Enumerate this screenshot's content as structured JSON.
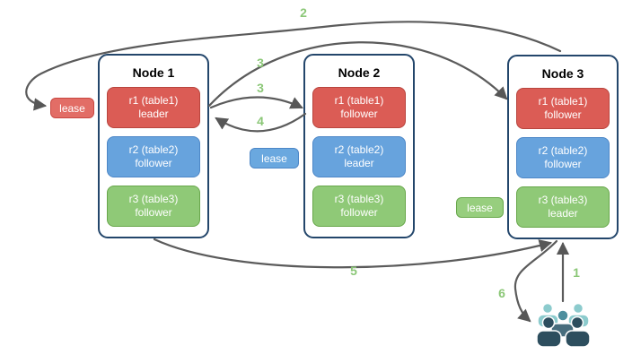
{
  "diagram": {
    "nodes": [
      {
        "title": "Node 1",
        "replicas": [
          {
            "name": "r1 (table1)",
            "role": "leader",
            "color": "#DB5C55"
          },
          {
            "name": "r2 (table2)",
            "role": "follower",
            "color": "#67A3DD"
          },
          {
            "name": "r3 (table3)",
            "role": "follower",
            "color": "#8FC977"
          }
        ]
      },
      {
        "title": "Node 2",
        "replicas": [
          {
            "name": "r1 (table1)",
            "role": "follower",
            "color": "#DB5C55"
          },
          {
            "name": "r2 (table2)",
            "role": "leader",
            "color": "#67A3DD"
          },
          {
            "name": "r3 (table3)",
            "role": "follower",
            "color": "#8FC977"
          }
        ]
      },
      {
        "title": "Node 3",
        "replicas": [
          {
            "name": "r1 (table1)",
            "role": "follower",
            "color": "#DB5C55"
          },
          {
            "name": "r2 (table2)",
            "role": "follower",
            "color": "#67A3DD"
          },
          {
            "name": "r3 (table3)",
            "role": "leader",
            "color": "#8FC977"
          }
        ]
      }
    ],
    "leases": [
      {
        "label": "lease",
        "color": "#E26D66"
      },
      {
        "label": "lease",
        "color": "#6AA8DF"
      },
      {
        "label": "lease",
        "color": "#97CE7E"
      }
    ],
    "arrow_labels": [
      "1",
      "2",
      "3",
      "3",
      "4",
      "5",
      "6"
    ],
    "colors": {
      "arrow": "#5B5B5B",
      "number_label": "#8BC777",
      "node_border": "#23466B",
      "red_fill": "#DB5C55",
      "blue_fill": "#67A3DD",
      "green_fill": "#8FC977",
      "users_back": "#8CCBCD",
      "users_middle": "#4E8F9E",
      "users_front": "#2D4E5E"
    }
  }
}
